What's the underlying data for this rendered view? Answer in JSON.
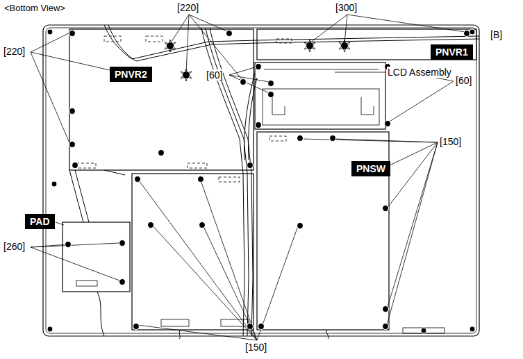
{
  "diagram": {
    "nodes": [
      {
        "text": [
          "PNVR2"
        ]
      },
      {
        "text": [
          "PNVR1"
        ]
      },
      {
        "text": [
          "PAD"
        ]
      },
      {
        "text": [
          "PNSW"
        ]
      }
    ],
    "labels": [
      "<Bottom View>",
      "[220]",
      "[300]",
      "LCD Assembly",
      "[B]",
      "[220]",
      "[60]",
      "[60]",
      "[150]",
      "[260]",
      "[150]"
    ]
  }
}
